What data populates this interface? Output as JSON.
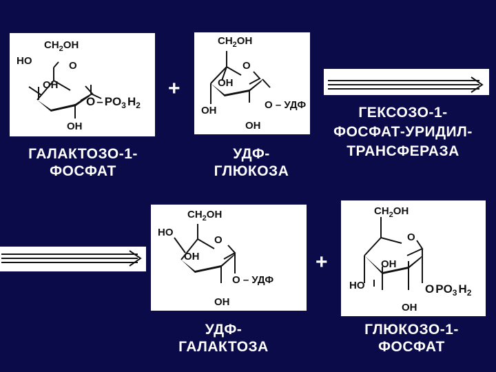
{
  "colors": {
    "background": "#0b0b4a",
    "panel": "#ffffff",
    "text": "#ffffff",
    "ink": "#111111"
  },
  "plus_sign": "+",
  "labels": {
    "galactose1p": [
      "ГАЛАКТОЗО-1-",
      "ФОСФАТ"
    ],
    "udp_glucose": [
      "УДФ-",
      "ГЛЮКОЗА"
    ],
    "enzyme": [
      "ГЕКСОЗО-1-",
      "ФОСФАТ-УРИДИЛ-",
      "ТРАНСФЕРАЗА"
    ],
    "udp_galactose": [
      "УДФ-",
      "ГАЛАКТОЗА"
    ],
    "glucose1p": [
      "ГЛЮКОЗО-1-",
      "ФОСФАТ"
    ]
  },
  "structures": {
    "galactose1p": {
      "ch2oh": "CH",
      "sub2": "2",
      "oh": "OH",
      "ring_o": "O",
      "ho": "HO",
      "oh_ring": "OH",
      "oh_bottom": "OH",
      "o": "O",
      "dash": "–",
      "po": "PO",
      "sub3": "3",
      "h2": "H",
      "sub2b": "2"
    },
    "udp_glucose": {
      "ch2oh": "CH",
      "sub2": "2",
      "oh": "OH",
      "ring_o": "O",
      "oh_ring": "OH",
      "oh_left": "OH",
      "oh_bottom": "OH",
      "o_udp": "O – УДФ"
    },
    "udp_galactose": {
      "ch2oh": "CH",
      "sub2": "2",
      "oh": "OH",
      "ring_o": "O",
      "ho": "HO",
      "oh_ring": "OH",
      "oh_bottom": "OH",
      "o_udp": "O – УДФ"
    },
    "glucose1p": {
      "ch2oh": "CH",
      "sub2": "2",
      "oh": "OH",
      "ring_o": "O",
      "oh_ring": "OH",
      "ho": "HO",
      "oh_bottom": "OH",
      "o": "O",
      "po": "PO",
      "sub3": "3",
      "h2": "H",
      "sub2b": "2"
    }
  }
}
